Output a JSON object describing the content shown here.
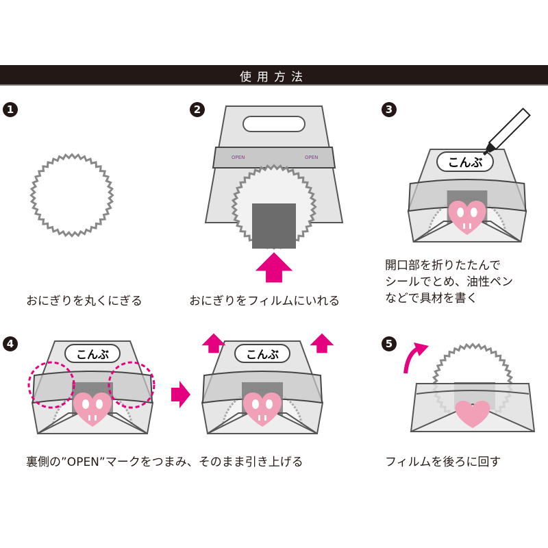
{
  "header": {
    "title": "使用方法"
  },
  "accent_color": "#e4007f",
  "label_text": "こんぶ",
  "open_mark": "OPEN",
  "steps": [
    {
      "number": "1",
      "caption": "おにぎりを丸くにぎる"
    },
    {
      "number": "2",
      "caption": "おにぎりをフィルムにいれる"
    },
    {
      "number": "3",
      "caption_lines": [
        "開口部を折りたたんで",
        "シールでとめ、油性ペン",
        "などで具材を書く"
      ]
    },
    {
      "number": "4",
      "caption": "裏側の”OPEN”マークをつまみ、そのまま引き上げる"
    },
    {
      "number": "5",
      "caption": "フィルムを後ろに回す"
    }
  ]
}
